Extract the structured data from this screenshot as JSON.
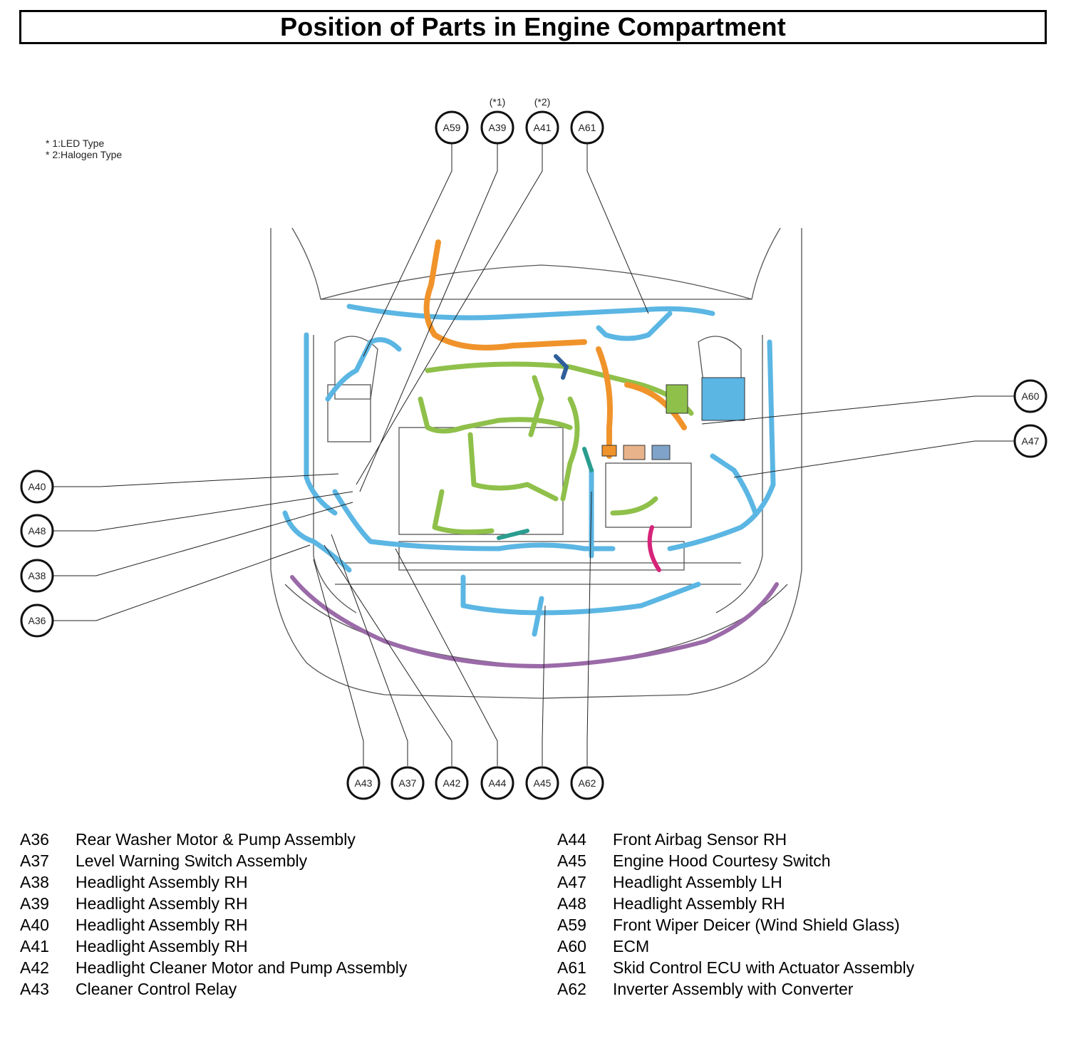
{
  "title": "Position of Parts in Engine Compartment",
  "notes": [
    "* 1:LED Type",
    "* 2:Halogen Type"
  ],
  "callouts": [
    {
      "id": "A59"
    },
    {
      "id": "A39",
      "note": "(*1)"
    },
    {
      "id": "A41",
      "note": "(*2)"
    },
    {
      "id": "A61"
    },
    {
      "id": "A60"
    },
    {
      "id": "A47"
    },
    {
      "id": "A40"
    },
    {
      "id": "A48"
    },
    {
      "id": "A38"
    },
    {
      "id": "A36"
    },
    {
      "id": "A43"
    },
    {
      "id": "A37"
    },
    {
      "id": "A42"
    },
    {
      "id": "A44"
    },
    {
      "id": "A45"
    },
    {
      "id": "A62"
    }
  ],
  "legend_left": [
    {
      "code": "A36",
      "name": "Rear Washer Motor & Pump Assembly"
    },
    {
      "code": "A37",
      "name": "Level Warning Switch Assembly"
    },
    {
      "code": "A38",
      "name": "Headlight Assembly RH"
    },
    {
      "code": "A39",
      "name": "Headlight Assembly RH"
    },
    {
      "code": "A40",
      "name": "Headlight Assembly RH"
    },
    {
      "code": "A41",
      "name": "Headlight Assembly RH"
    },
    {
      "code": "A42",
      "name": "Headlight Cleaner Motor and Pump Assembly"
    },
    {
      "code": "A43",
      "name": "Cleaner Control Relay"
    }
  ],
  "legend_right": [
    {
      "code": "A44",
      "name": "Front Airbag Sensor RH"
    },
    {
      "code": "A45",
      "name": "Engine Hood Courtesy Switch"
    },
    {
      "code": "A47",
      "name": "Headlight Assembly LH"
    },
    {
      "code": "A48",
      "name": "Headlight Assembly RH"
    },
    {
      "code": "A59",
      "name": "Front Wiper Deicer (Wind Shield Glass)"
    },
    {
      "code": "A60",
      "name": "ECM"
    },
    {
      "code": "A61",
      "name": "Skid Control ECU with Actuator Assembly"
    },
    {
      "code": "A62",
      "name": "Inverter Assembly with Converter"
    }
  ],
  "harness_colors": {
    "body": "#5bb6e3",
    "engine": "#8fc04a",
    "orange": "#f0932b",
    "purple": "#9b6aa8",
    "teal": "#2a9d8f",
    "magenta": "#d6247a",
    "navy": "#2f5f9a",
    "outline": "#555555"
  }
}
